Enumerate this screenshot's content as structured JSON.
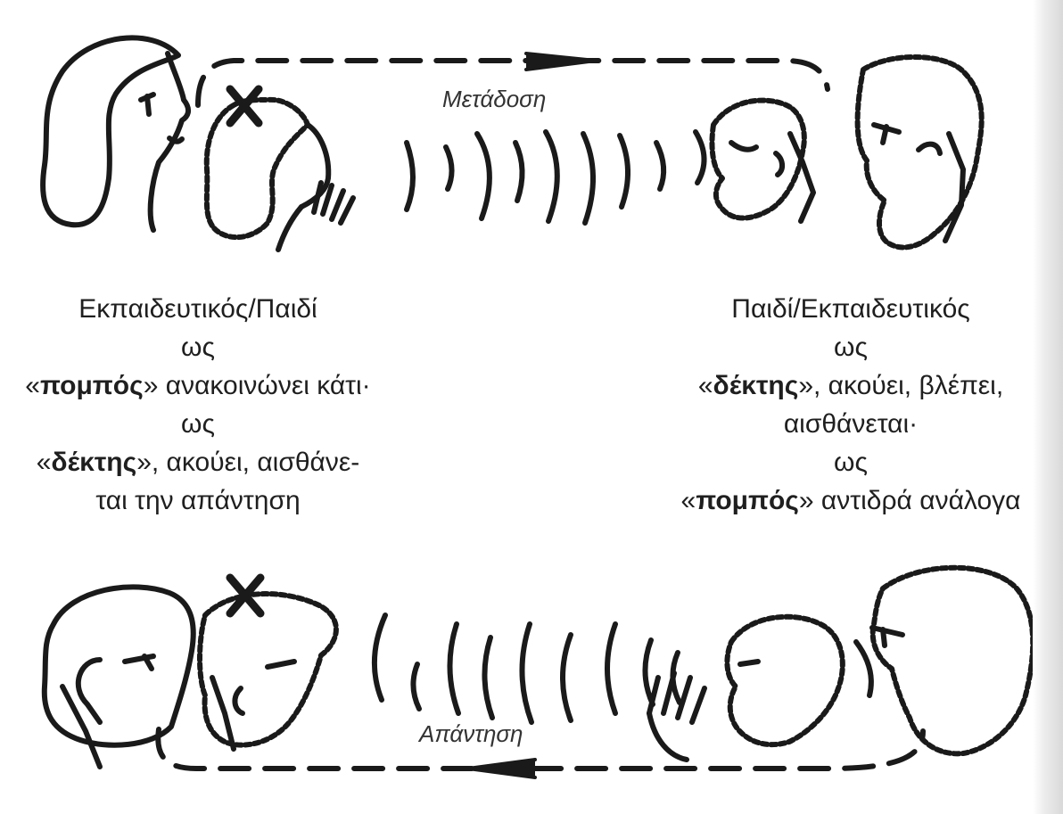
{
  "labels": {
    "transmission": "Μετάδοση",
    "response": "Απάντηση"
  },
  "left_block": {
    "role": "Εκπαιδευτικός/Παιδί",
    "as_1": "ως",
    "open_q": "«",
    "sender": "πομπός",
    "close_q": "»",
    "sender_action": " ανακοινώνει κάτι·",
    "as_2": "ως",
    "receiver": "δέκτης",
    "receiver_action": ", ακούει, αισθάνε-",
    "receiver_action_2": "ται την απάντηση"
  },
  "right_block": {
    "role": "Παιδί/Εκπαιδευτικός",
    "as_1": "ως",
    "open_q": "«",
    "receiver": "δέκτης",
    "close_q": "»",
    "receiver_action": ", ακούει, βλέπει,",
    "receiver_action_2": "αισθάνεται·",
    "as_2": "ως",
    "sender": "πομπός",
    "sender_action": " αντιδρά ανάλογα"
  },
  "colors": {
    "ink": "#1a1a1a",
    "paper": "#ffffff"
  },
  "icons": [
    "arrow-right-icon",
    "arrow-left-icon",
    "sound-wave-icon"
  ]
}
